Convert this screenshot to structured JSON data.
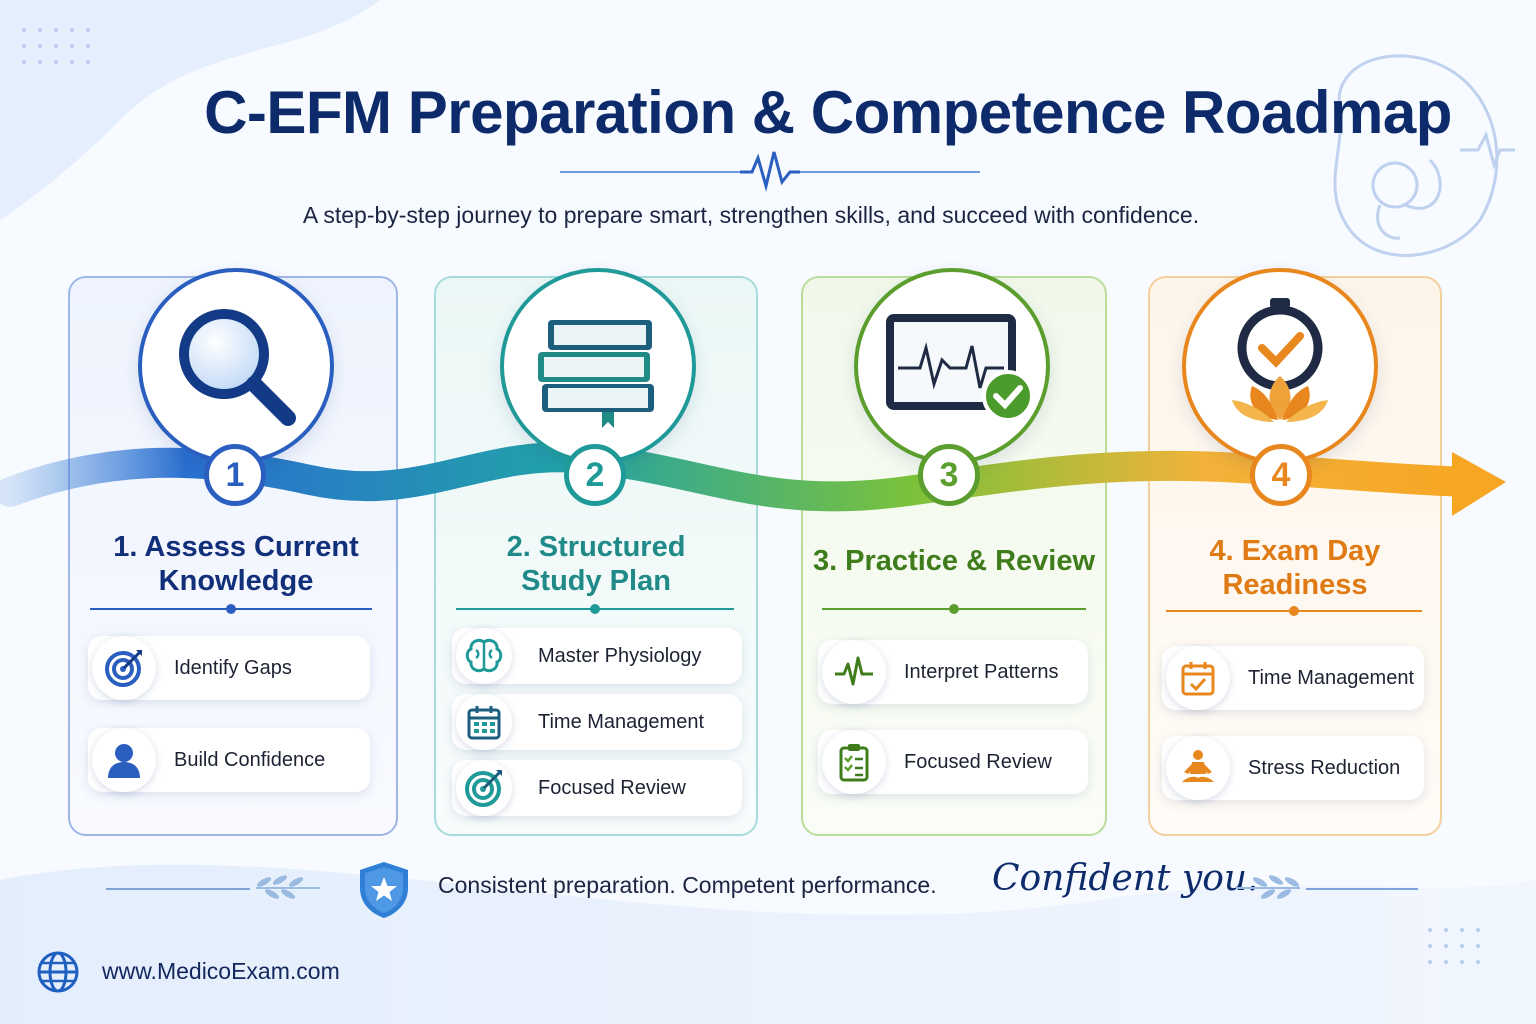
{
  "header": {
    "title": "C-EFM Preparation & Competence Roadmap",
    "subtitle": "A step-by-step journey to prepare smart, strengthen skills, and succeed with confidence."
  },
  "colors": {
    "navy": "#0d2b6b",
    "step1": "#2a5fc0",
    "step2": "#1f9a98",
    "step3": "#5b9e2e",
    "step4": "#e8871e"
  },
  "steps": [
    {
      "number": "1",
      "title_line1": "1. Assess Current",
      "title_line2": "Knowledge",
      "icon": "magnifying-glass-icon",
      "items": [
        {
          "icon": "target-icon",
          "label": "Identify Gaps"
        },
        {
          "icon": "person-icon",
          "label": "Build Confidence"
        }
      ]
    },
    {
      "number": "2",
      "title_line1": "2. Structured",
      "title_line2": "Study Plan",
      "icon": "books-icon",
      "items": [
        {
          "icon": "brain-icon",
          "label": "Master Physiology"
        },
        {
          "icon": "calendar-icon",
          "label": "Time Management"
        },
        {
          "icon": "target-icon",
          "label": "Focused Review"
        }
      ]
    },
    {
      "number": "3",
      "title_line1": "3. Practice & Review",
      "title_line2": "",
      "icon": "monitor-check-icon",
      "items": [
        {
          "icon": "heartbeat-icon",
          "label": "Interpret Patterns"
        },
        {
          "icon": "clipboard-checklist-icon",
          "label": "Focused Review"
        }
      ]
    },
    {
      "number": "4",
      "title_line1": "4. Exam Day",
      "title_line2": "Readiness",
      "icon": "stopwatch-lotus-icon",
      "items": [
        {
          "icon": "calendar-check-icon",
          "label": "Time Management"
        },
        {
          "icon": "meditation-icon",
          "label": "Stress Reduction"
        }
      ]
    }
  ],
  "footer": {
    "tagline": "Consistent preparation. Competent performance.",
    "tagline_script": "Confident you.",
    "website": "www.MedicoExam.com"
  }
}
